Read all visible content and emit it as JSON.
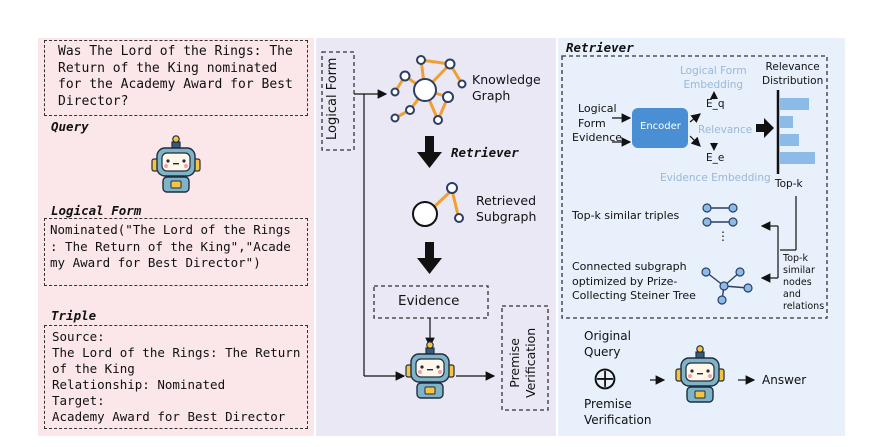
{
  "query": {
    "text_lines": [
      "Was The Lord of the Rings: The",
      "Return of the King nominated",
      "for the Academy Award for Best",
      "Director?"
    ],
    "label": "Query"
  },
  "logical_form": {
    "label": "Logical Form",
    "text_lines": [
      "Nominated(\"The Lord of the Rings",
      ": The Return of the King\",\"Acade",
      "my Award for Best Director\")"
    ]
  },
  "triple": {
    "label": "Triple",
    "text_lines": [
      "Source:",
      "The Lord of the Rings: The Return",
      "of the King",
      "Relationship: Nominated",
      "Target:",
      "Academy Award for Best Director"
    ]
  },
  "middle": {
    "logical_form_vertical": "Logical Form",
    "knowledge_graph": [
      "Knowledge",
      "Graph"
    ],
    "retriever_label": "Retriever",
    "retrieved_subgraph": [
      "Retrieved",
      "Subgraph"
    ],
    "evidence": "Evidence",
    "premise_verification_vertical": [
      "Premise",
      "Verification"
    ]
  },
  "retriever": {
    "title": "Retriever",
    "logical_form_embedding": [
      "Logical Form",
      "Embedding"
    ],
    "relevance_distribution": [
      "Relevance",
      "Distribution"
    ],
    "inputs": [
      "Logical",
      "Form",
      "Evidence"
    ],
    "encoder": "Encoder",
    "e_q": "E_q",
    "relevance": "Relevance",
    "e_e": "E_e",
    "evidence_embedding": "Evidence Embedding",
    "top_k": "Top-k",
    "top_k_triples": "Top-k similar triples",
    "dots": "⋮",
    "subgraph_text": [
      "Connected subgraph",
      "optimized by Prize-",
      "Collecting Steiner Tree"
    ],
    "top_k_nodes": [
      "Top-k",
      "similar",
      "nodes",
      "and",
      "relations"
    ]
  },
  "bottom": {
    "original_query": [
      "Original",
      "Query"
    ],
    "premise_verification": [
      "Premise",
      "Verification"
    ],
    "oplus": "⨁",
    "answer": "Answer"
  },
  "colors": {
    "left_bg": "#fbe6ea",
    "mid_bg": "#ebe8f6",
    "right_bg": "#e7f0fb",
    "graph_orange": "#f0a030",
    "node_navy": "#2c3e66",
    "encoder_blue": "#4a8fd4",
    "bar_blue": "#8bbbe6",
    "faded_text": "#9ab8d8"
  },
  "icons": [
    "robot-icon",
    "knowledge-graph-icon",
    "subgraph-icon",
    "arrow-down-icon",
    "triples-icon",
    "tree-graph-icon"
  ]
}
